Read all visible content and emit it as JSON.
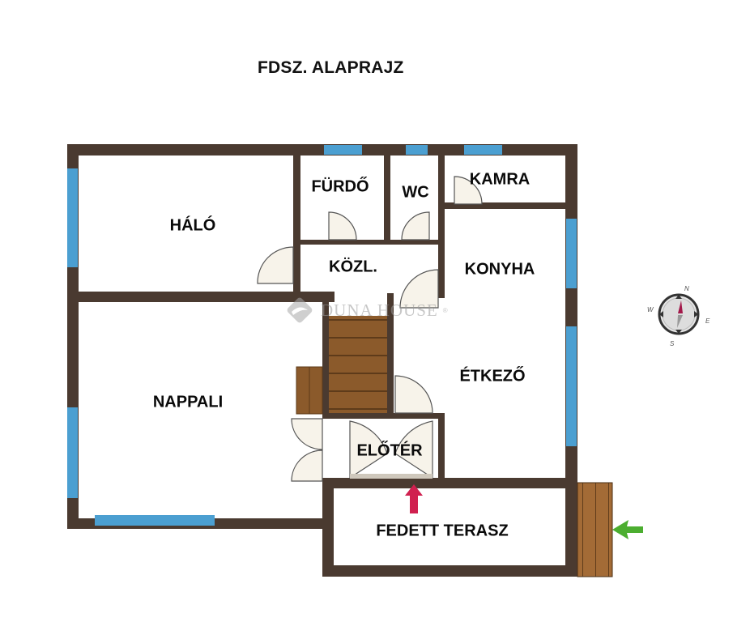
{
  "title": "FDSZ. ALAPRAJZ",
  "rooms": {
    "halo": "HÁLÓ",
    "furdo": "FÜRDŐ",
    "wc": "WC",
    "kamra": "KAMRA",
    "kozl": "KÖZL.",
    "konyha": "KONYHA",
    "nappali": "NAPPALI",
    "etkezo": "ÉTKEZŐ",
    "eloter": "ELŐTÉR",
    "fedett_terasz": "FEDETT TERASZ"
  },
  "watermark": {
    "brand": "DUNA HOUSE",
    "registered": "®"
  },
  "compass": {
    "north": "N",
    "east": "E",
    "south": "S",
    "west": "W"
  },
  "colors": {
    "wall": "#4a3a30",
    "window": "#4b9fd1",
    "door_fill": "#f7f3ea",
    "stairs": "#8a5a2b",
    "deck": "#a06a35",
    "entry_arrow": "#d0204f",
    "side_arrow": "#3f9a2a"
  }
}
